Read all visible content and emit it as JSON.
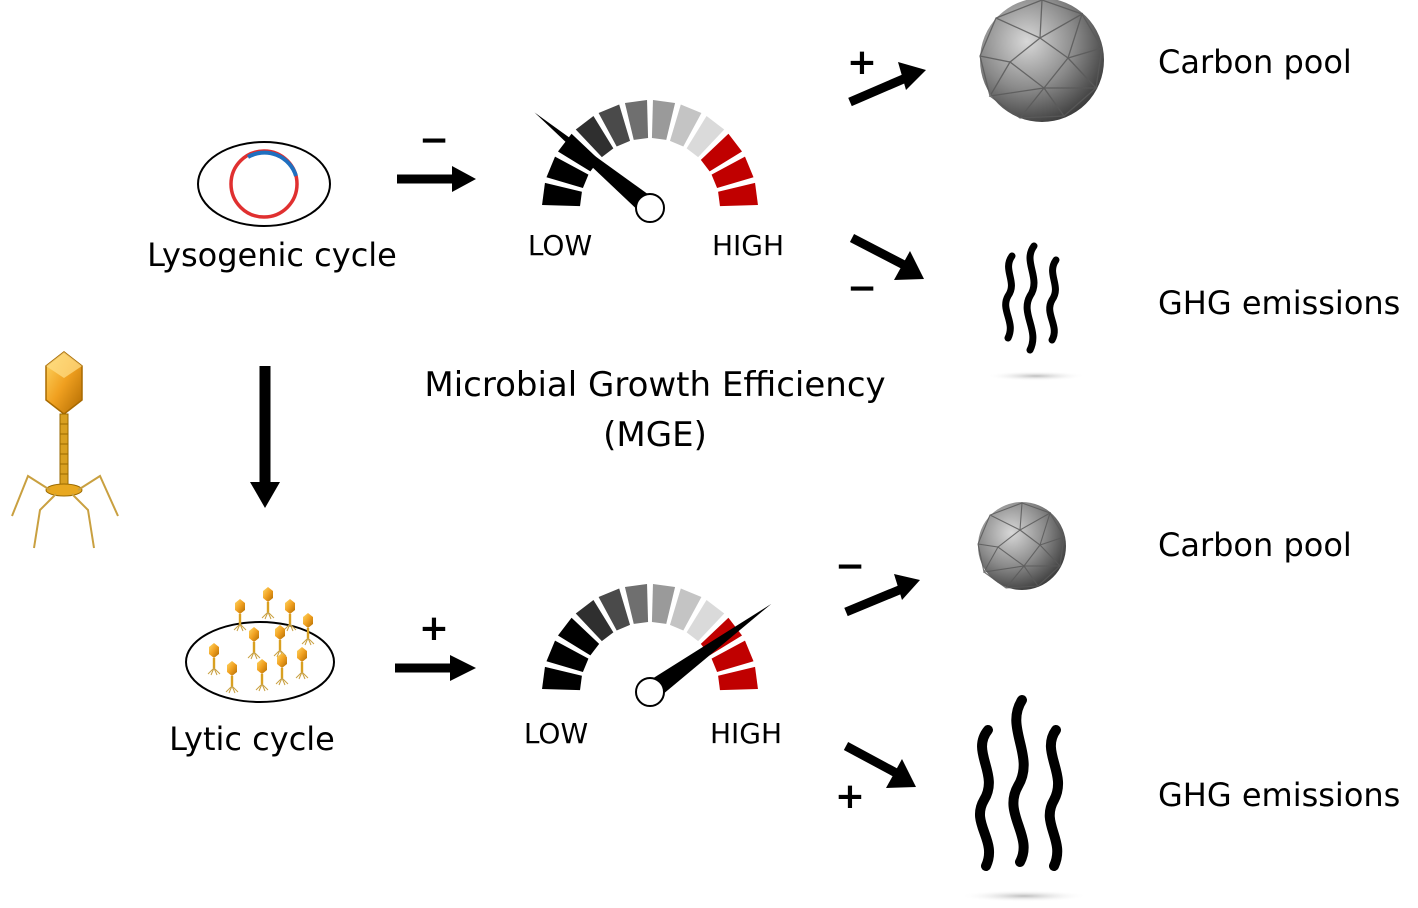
{
  "top": {
    "cycle_label": "Lysogenic cycle",
    "input_sign": "−",
    "gauge": {
      "low_label": "LOW",
      "high_label": "HIGH",
      "level": 0.22
    },
    "carbon_sign": "+",
    "carbon_label": "Carbon pool",
    "ghg_sign": "−",
    "ghg_label": "GHG emissions"
  },
  "center": {
    "title_line1": "Microbial Growth Efficiency",
    "title_line2": "(MGE)"
  },
  "bottom": {
    "cycle_label": "Lytic cycle",
    "input_sign": "+",
    "gauge": {
      "low_label": "LOW",
      "high_label": "HIGH",
      "level": 0.8
    },
    "carbon_sign": "−",
    "carbon_label": "Carbon pool",
    "ghg_sign": "+",
    "ghg_label": "GHG emissions"
  },
  "colors": {
    "gauge_segments": [
      "#000000",
      "#000000",
      "#000000",
      "#2f2f2f",
      "#4a4a4a",
      "#6f6f6f",
      "#9a9a9a",
      "#c4c4c4",
      "#dadada",
      "#c00000",
      "#c00000",
      "#c00000"
    ],
    "plasmid_red": "#e03030",
    "plasmid_blue": "#1f6fbf",
    "phage_gold": "#f0a020"
  }
}
